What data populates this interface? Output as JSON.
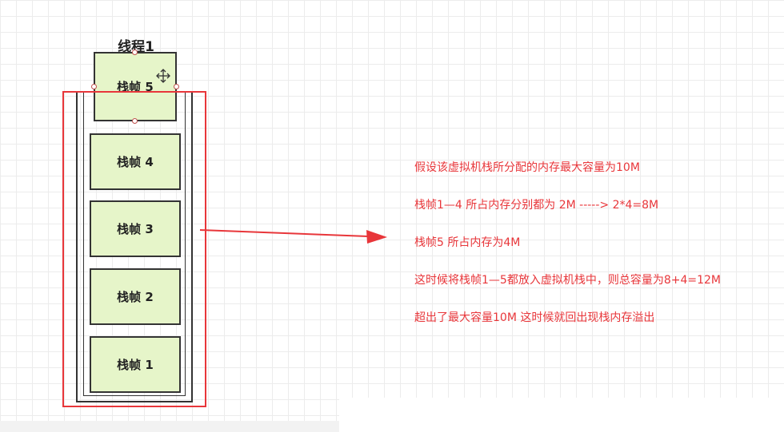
{
  "diagram": {
    "thread_title": "线程1",
    "frames": {
      "frame5": "栈帧 5",
      "frame4": "栈帧 4",
      "frame3": "栈帧 3",
      "frame2": "栈帧 2",
      "frame1": "栈帧 1"
    },
    "notes": [
      "假设该虚拟机栈所分配的内存最大容量为10M",
      "栈帧1—4 所占内存分别都为 2M -----> 2*4=8M",
      "栈帧5 所占内存为4M",
      "这时候将栈帧1—5都放入虚拟机栈中，则总容量为8+4=12M",
      "超出了最大容量10M 这时候就回出现栈内存溢出"
    ],
    "colors": {
      "frame_fill": "#e6f5c9",
      "highlight": "#e8363a",
      "note_text": "#e8363a",
      "outline": "#333333"
    },
    "icons": [
      "move-icon",
      "arrow-right-icon"
    ]
  }
}
